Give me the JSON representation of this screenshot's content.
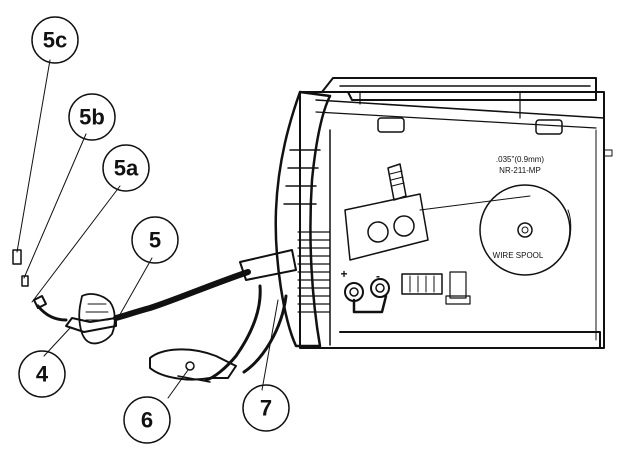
{
  "callouts": {
    "c5c": "5c",
    "c5b": "5b",
    "c5a": "5a",
    "c5": "5",
    "c4": "4",
    "c6": "6",
    "c7": "7"
  },
  "machine": {
    "spool_spec_line1": ".035\"(0.9mm)",
    "spool_spec_line2": "NR-211-MP",
    "spool_label": "WIRE SPOOL",
    "plus_terminal": "+",
    "minus_terminal": "-"
  },
  "colors": {
    "line": "#111111",
    "background": "#ffffff",
    "cable": "#111111"
  }
}
